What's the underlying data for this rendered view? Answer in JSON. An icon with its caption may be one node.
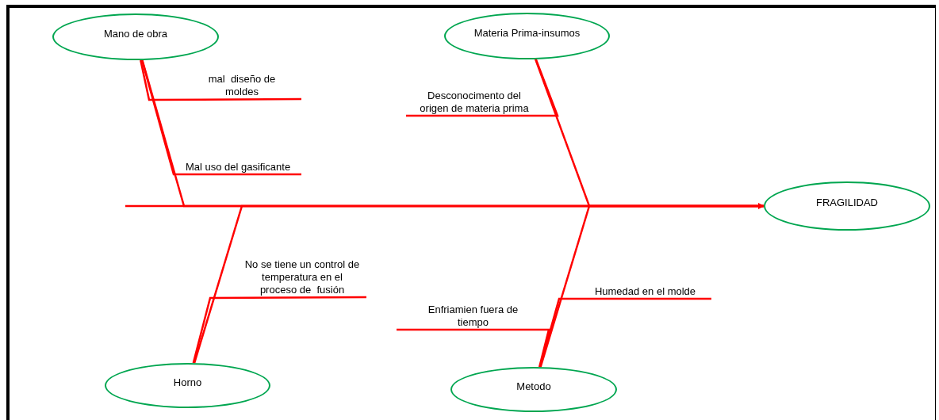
{
  "diagram": {
    "nodes": [
      {
        "text": [
          "Mano de obra"
        ]
      },
      {
        "text": [
          "Materia Prima-insumos"
        ]
      },
      {
        "text": [
          "mal  diseño de moldes"
        ]
      },
      {
        "text": [
          "Desconocimento del origen de materia prima"
        ]
      },
      {
        "text": [
          "Mal uso del gasificante"
        ]
      },
      {
        "text": [
          "FRAGILIDAD"
        ]
      },
      {
        "text": [
          "No se tiene un control de temperatura en el proceso de  fusión"
        ]
      },
      {
        "text": [
          "Humedad en el molde"
        ]
      },
      {
        "text": [
          "Enfriamien fuera de tiempo"
        ]
      },
      {
        "text": [
          "Horno"
        ]
      },
      {
        "text": [
          "Metodo"
        ]
      }
    ],
    "edges": [
      {
        "from": null,
        "to": 5,
        "arrow": "to"
      },
      {
        "from": 0,
        "to": 5,
        "arrow": "none"
      },
      {
        "from": 1,
        "to": 5,
        "arrow": "none"
      },
      {
        "from": 9,
        "to": 5,
        "arrow": "none"
      },
      {
        "from": 10,
        "to": 5,
        "arrow": "none"
      },
      {
        "from": 2,
        "to": 0,
        "arrow": "none"
      },
      {
        "from": 4,
        "to": 0,
        "arrow": "none"
      },
      {
        "from": 3,
        "to": 1,
        "arrow": "none"
      },
      {
        "from": 6,
        "to": 9,
        "arrow": "none"
      },
      {
        "from": 7,
        "to": 10,
        "arrow": "none"
      },
      {
        "from": 8,
        "to": 10,
        "arrow": "none"
      }
    ]
  }
}
